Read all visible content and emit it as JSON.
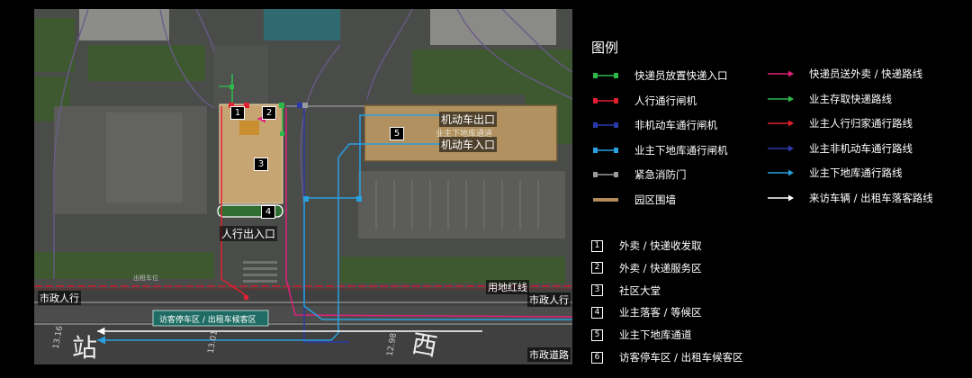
{
  "map": {
    "labels": {
      "n1": "1",
      "n2": "2",
      "n3": "3",
      "n4": "4",
      "n5": "5",
      "vehicle_exit": "机动车出口",
      "underground_passage": "业主下地库通道",
      "vehicle_entrance": "机动车入口",
      "pedestrian_entrance": "人行出入口",
      "land_red_line": "用地红线",
      "municipal_sidewalk_left": "市政人行",
      "municipal_sidewalk_right": "市政人行",
      "visitor_zone": "访客停车区 / 出租车候客区",
      "municipal_road": "市政道路",
      "station_left": "站",
      "station_right": "西",
      "elev_1": "13.16",
      "elev_2": "13.01",
      "elev_3": "12.98",
      "sign_small": "出租车位"
    }
  },
  "legend": {
    "title": "图例",
    "left_items": [
      {
        "label": "快递员放置快递入口",
        "color": "#2db84a",
        "icon": "line-square-marker-icon"
      },
      {
        "label": "人行通行闸机",
        "color": "#e02030",
        "icon": "line-square-marker-icon"
      },
      {
        "label": "非机动车通行闸机",
        "color": "#2a3aa8",
        "icon": "line-square-marker-icon"
      },
      {
        "label": "业主下地库通行闸机",
        "color": "#29a0e0",
        "icon": "line-square-marker-icon"
      },
      {
        "label": "紧急消防门",
        "color": "#9a9a9a",
        "icon": "line-square-marker-icon"
      },
      {
        "label": "园区围墙",
        "color": "#b08a58",
        "icon": "wall-line-icon"
      }
    ],
    "right_items": [
      {
        "label": "快递员送外卖 / 快递路线",
        "color": "#e0207a",
        "icon": "arrow-line-icon"
      },
      {
        "label": "业主存取快递路线",
        "color": "#2db84a",
        "icon": "arrow-line-icon"
      },
      {
        "label": "业主人行归家通行路线",
        "color": "#e02030",
        "icon": "arrow-line-icon"
      },
      {
        "label": "业主非机动车通行路线",
        "color": "#2a3aa8",
        "icon": "arrow-line-icon"
      },
      {
        "label": "业主下地库通行路线",
        "color": "#29a0e0",
        "icon": "arrow-line-icon"
      },
      {
        "label": "来访车辆 / 出租车落客路线",
        "color": "#ffffff",
        "icon": "arrow-line-icon"
      }
    ],
    "numbered": [
      {
        "num": "1",
        "label": "外卖 / 快递收发取"
      },
      {
        "num": "2",
        "label": "外卖 / 快递服务区"
      },
      {
        "num": "3",
        "label": "社区大堂"
      },
      {
        "num": "4",
        "label": "业主落客 / 等候区"
      },
      {
        "num": "5",
        "label": "业主下地库通道"
      },
      {
        "num": "6",
        "label": "访客停车区 / 出租车候客区"
      }
    ]
  }
}
